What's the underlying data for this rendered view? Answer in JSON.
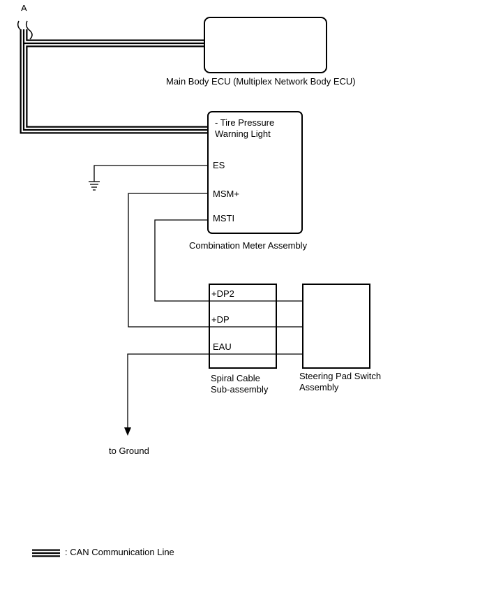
{
  "connector": {
    "label": "A"
  },
  "main_body_ecu": {
    "label": "Main Body ECU (Multiplex Network Body ECU)"
  },
  "combination_meter": {
    "label": "Combination Meter Assembly",
    "warning_line1": "- Tire Pressure",
    "warning_line2": "Warning Light",
    "pins": {
      "es": "ES",
      "msm": "MSM+",
      "msti": "MSTI"
    }
  },
  "spiral_cable": {
    "label_line1": "Spiral Cable",
    "label_line2": "Sub-assembly",
    "pins": {
      "dp2": "+DP2",
      "dp": "+DP",
      "eau": "EAU"
    }
  },
  "steering_pad": {
    "label_line1": "Steering Pad Switch",
    "label_line2": "Assembly"
  },
  "ground": {
    "label": "to Ground"
  },
  "legend": {
    "can_label": ": CAN Communication Line"
  }
}
